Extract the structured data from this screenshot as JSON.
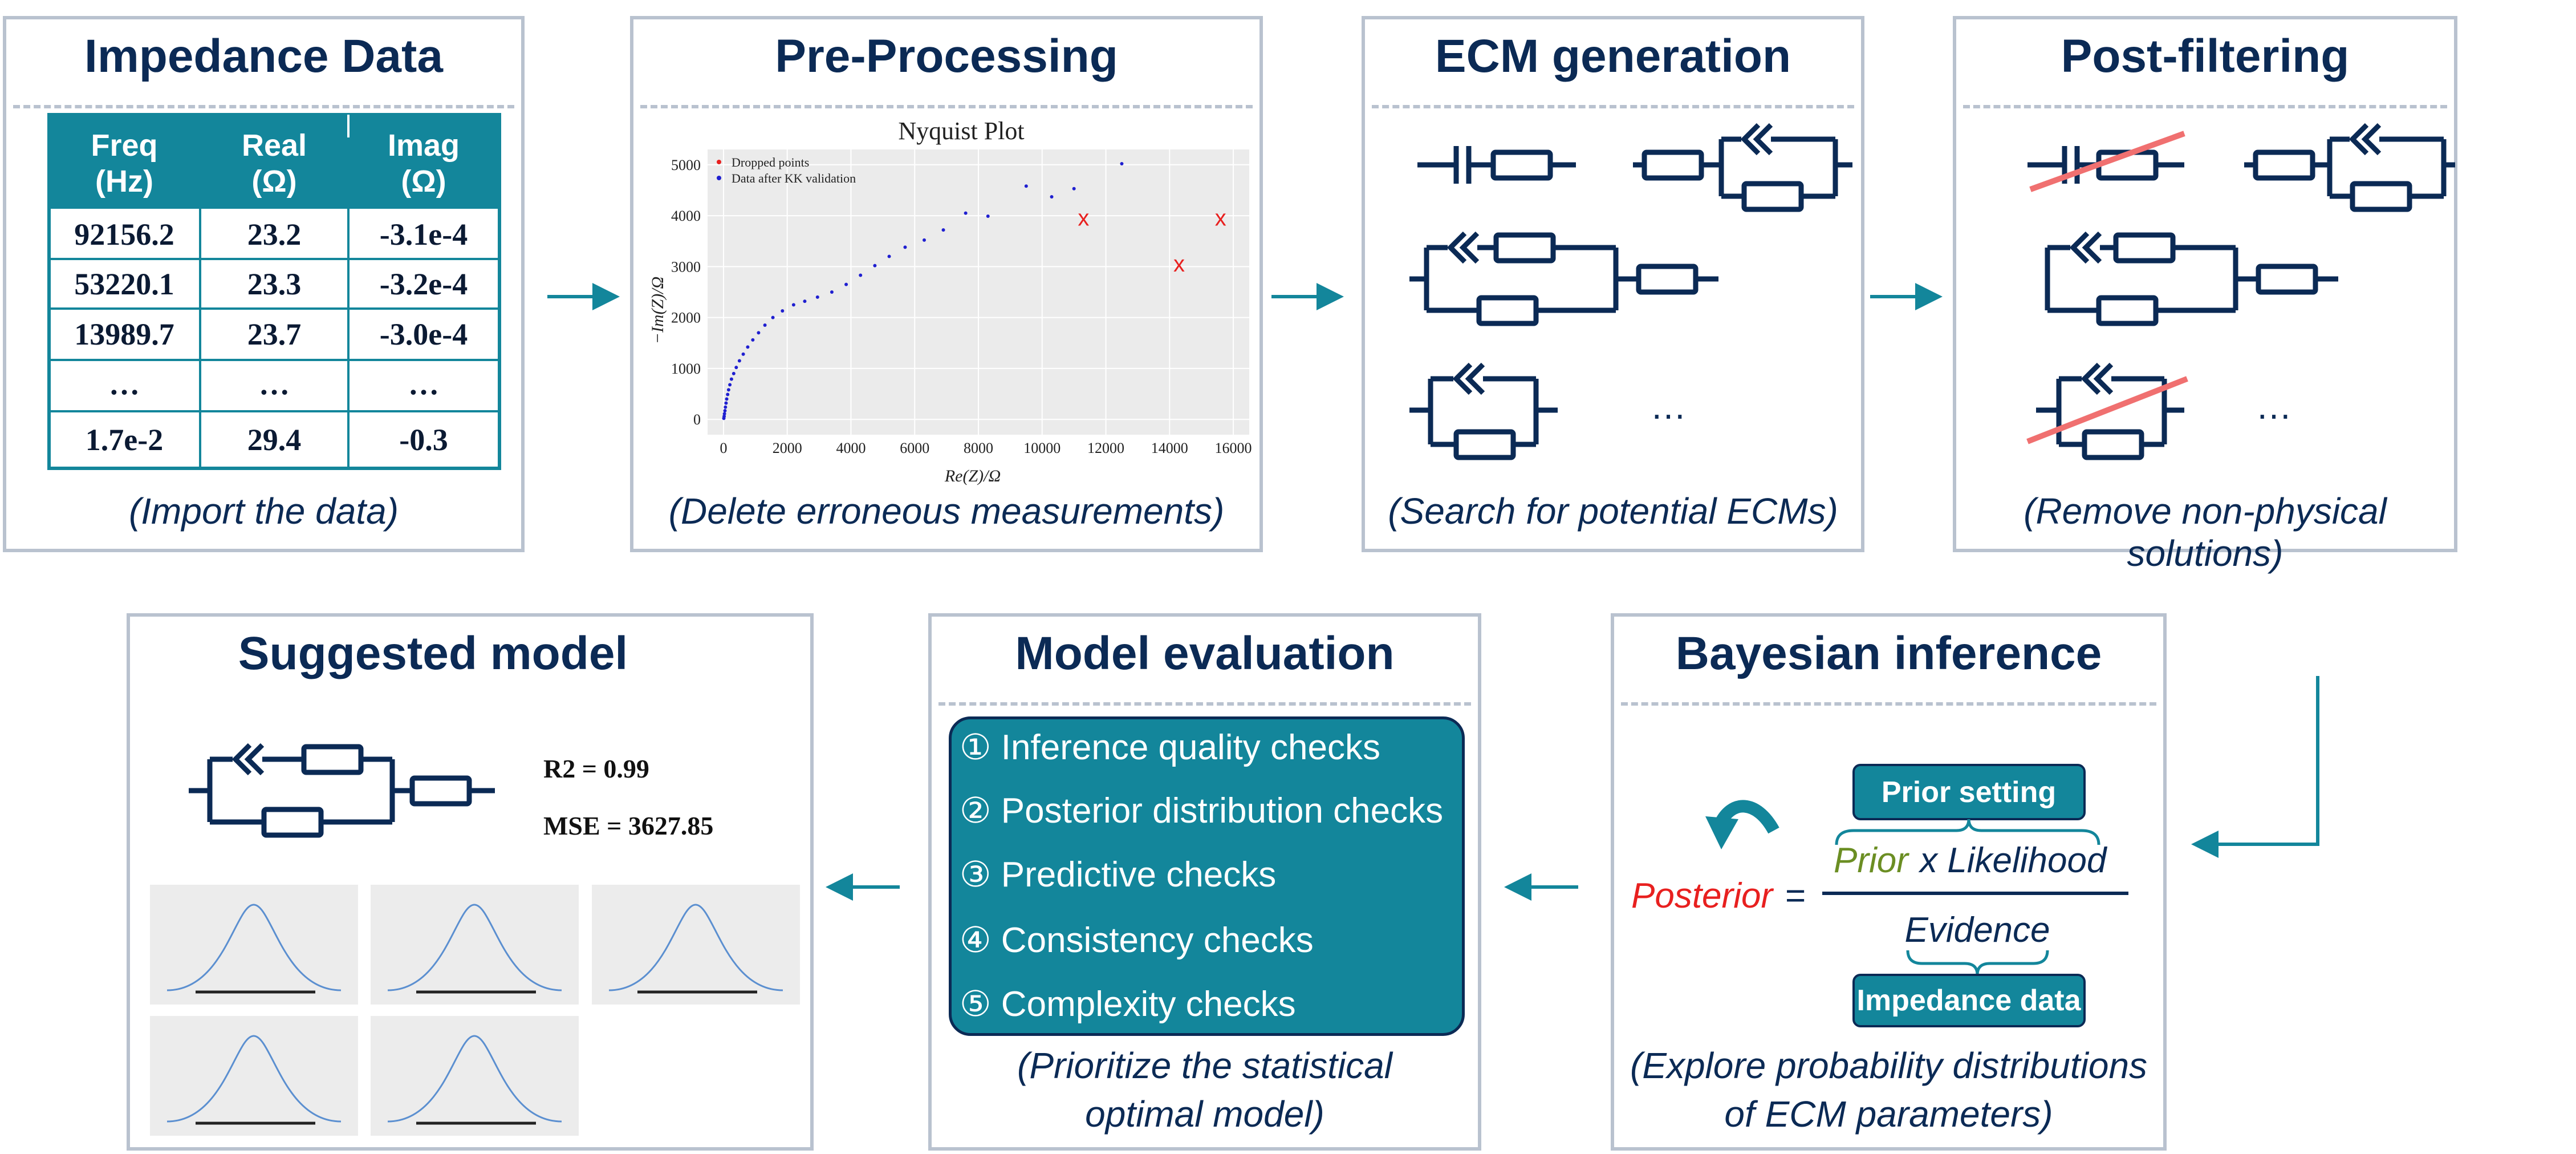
{
  "panels": {
    "impedance": {
      "title": "Impedance Data",
      "caption": "(Import the data)"
    },
    "preprocessing": {
      "title": "Pre-Processing",
      "caption": "(Delete erroneous measurements)"
    },
    "ecm": {
      "title": "ECM generation",
      "caption": "(Search for potential ECMs)"
    },
    "postfilter": {
      "title": "Post-filtering",
      "caption": "(Remove non-physical solutions)"
    },
    "suggested": {
      "title": "Suggested model",
      "r2": "R2 = 0.99",
      "mse": "MSE = 3627.85"
    },
    "evaluation": {
      "title": "Model evaluation",
      "caption_line1": "(Prioritize the statistical",
      "caption_line2": "optimal model)",
      "checks": [
        "① Inference quality checks",
        "② Posterior distribution checks",
        "③ Predictive checks",
        "④ Consistency checks",
        "⑤ Complexity checks"
      ]
    },
    "bayesian": {
      "title": "Bayesian inference",
      "caption_line1": "(Explore probability distributions",
      "caption_line2": "of ECM parameters)",
      "posterior": "Posterior",
      "equals": "=",
      "prior": "Prior",
      "x_likelihood": " x Likelihood",
      "evidence": "Evidence",
      "prior_setting": "Prior setting",
      "impedance_data": "Impedance data"
    }
  },
  "table": {
    "headers": [
      [
        "Freq",
        "(Hz)"
      ],
      [
        "Real",
        "(Ω)"
      ],
      [
        "Imag",
        "(Ω)"
      ]
    ],
    "rows": [
      [
        "92156.2",
        "23.2",
        "-3.1e-4"
      ],
      [
        "53220.1",
        "23.3",
        "-3.2e-4"
      ],
      [
        "13989.7",
        "23.7",
        "-3.0e-4"
      ],
      [
        "…",
        "…",
        "…"
      ],
      [
        "1.7e-2",
        "29.4",
        "-0.3"
      ]
    ]
  },
  "ellipsis": "…",
  "colors": {
    "navy": "#0b2a55",
    "teal": "#13869b",
    "border": "#b9c2cf",
    "red": "#e8201f",
    "green": "#6b8e23",
    "strike": "#f07070"
  },
  "chart_data": {
    "type": "scatter",
    "title": "Nyquist Plot",
    "xlabel": "Re(Z)/Ω",
    "ylabel": "−Im(Z)/Ω",
    "xlim": [
      -500,
      16500
    ],
    "ylim": [
      -300,
      5300
    ],
    "xticks": [
      0,
      2000,
      4000,
      6000,
      8000,
      10000,
      12000,
      14000,
      16000
    ],
    "yticks": [
      0,
      1000,
      2000,
      3000,
      4000,
      5000
    ],
    "grid": true,
    "legend": "top-left",
    "series": [
      {
        "name": "Dropped points",
        "color": "#e8201f",
        "marker": "x",
        "points": [
          [
            11300,
            3950
          ],
          [
            14300,
            3050
          ],
          [
            15600,
            3950
          ]
        ]
      },
      {
        "name": "Data after KK validation",
        "color": "#1f1fd0",
        "marker": "dot",
        "points": [
          [
            10,
            20
          ],
          [
            20,
            60
          ],
          [
            30,
            110
          ],
          [
            45,
            170
          ],
          [
            60,
            240
          ],
          [
            80,
            320
          ],
          [
            100,
            400
          ],
          [
            130,
            490
          ],
          [
            160,
            580
          ],
          [
            200,
            680
          ],
          [
            250,
            790
          ],
          [
            320,
            900
          ],
          [
            400,
            1020
          ],
          [
            500,
            1150
          ],
          [
            620,
            1280
          ],
          [
            760,
            1420
          ],
          [
            920,
            1560
          ],
          [
            1100,
            1700
          ],
          [
            1300,
            1850
          ],
          [
            1550,
            2000
          ],
          [
            1850,
            2130
          ],
          [
            2200,
            2250
          ],
          [
            2550,
            2320
          ],
          [
            2950,
            2400
          ],
          [
            3400,
            2500
          ],
          [
            3850,
            2650
          ],
          [
            4300,
            2830
          ],
          [
            4750,
            3020
          ],
          [
            5200,
            3200
          ],
          [
            5700,
            3380
          ],
          [
            6300,
            3520
          ],
          [
            6900,
            3720
          ],
          [
            7600,
            4050
          ],
          [
            8300,
            3990
          ],
          [
            9500,
            4580
          ],
          [
            10300,
            4370
          ],
          [
            11000,
            4530
          ],
          [
            12500,
            5020
          ]
        ]
      }
    ]
  }
}
